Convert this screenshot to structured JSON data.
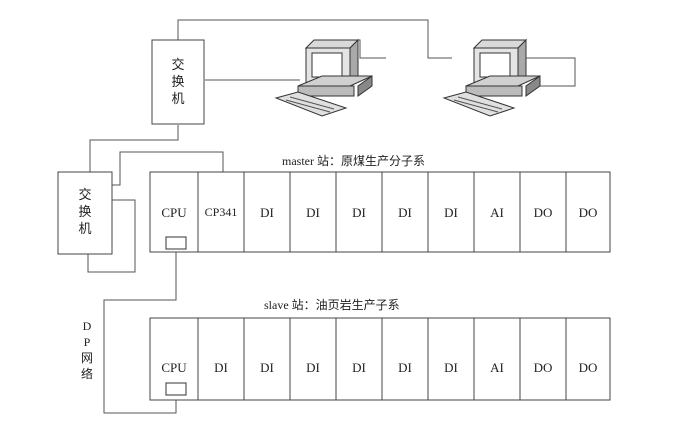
{
  "switch_top": {
    "chars": [
      "交",
      "换",
      "机"
    ]
  },
  "switch_left": {
    "chars": [
      "交",
      "换",
      "机"
    ]
  },
  "master_station": {
    "label": "master 站：原煤生产分子系",
    "modules": [
      "CPU",
      "CP341",
      "DI",
      "DI",
      "DI",
      "DI",
      "DI",
      "AI",
      "DO",
      "DO"
    ]
  },
  "slave_station": {
    "label": "slave 站：油页岩生产子系",
    "modules": [
      "CPU",
      "DI",
      "DI",
      "DI",
      "DI",
      "DI",
      "DI",
      "AI",
      "DO",
      "DO"
    ]
  },
  "dp_network": {
    "chars": [
      "D",
      "P",
      "网",
      "络"
    ]
  }
}
